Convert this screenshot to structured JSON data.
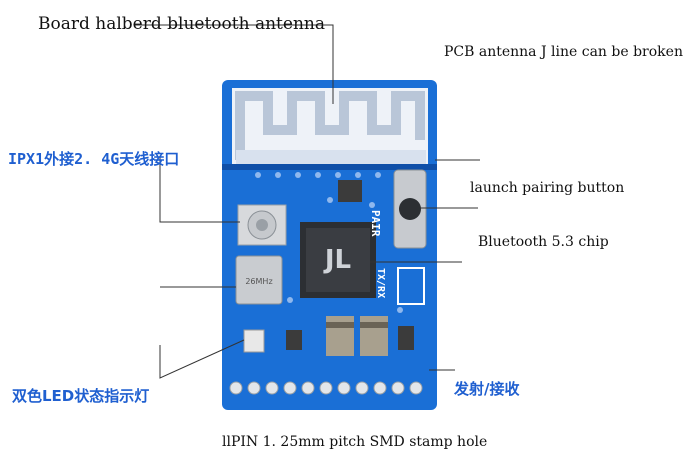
{
  "labels": {
    "antenna_title": "Board halberd bluetooth antenna",
    "pcb_antenna_note": "PCB antenna J line can be broken",
    "ipx_connector": "IPX1外接2. 4G天线接口",
    "pairing_button": "launch pairing button",
    "bluetooth_chip": "Bluetooth 5.3 chip",
    "led_indicator": "双色LED状态指示灯",
    "tx_rx": "发射/接收",
    "stamp_hole": "llPIN 1. 25mm pitch SMD stamp hole"
  },
  "silkscreen": {
    "pair": "PAIR",
    "txrx": "TX/RX",
    "crystal": "26MHz"
  },
  "colors": {
    "board_blue": "#1a6fd6",
    "antenna_copper": "#e8eef7",
    "callout_blue": "#1f5fd0"
  },
  "icons": {
    "chip_logo": "jl-logo-icon"
  }
}
